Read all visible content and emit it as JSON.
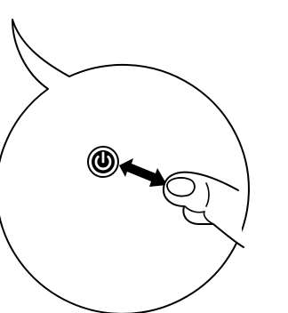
{
  "illustration": {
    "callout_bubble": {
      "shape": "speech-bubble",
      "stroke_color": "#000000",
      "fill_color": "#ffffff"
    },
    "power_button": {
      "icon": "power-icon",
      "color": "#000000"
    },
    "arrow": {
      "icon": "double-headed-arrow",
      "color": "#000000"
    },
    "hand": {
      "icon": "pointing-finger",
      "stroke_color": "#000000"
    }
  }
}
